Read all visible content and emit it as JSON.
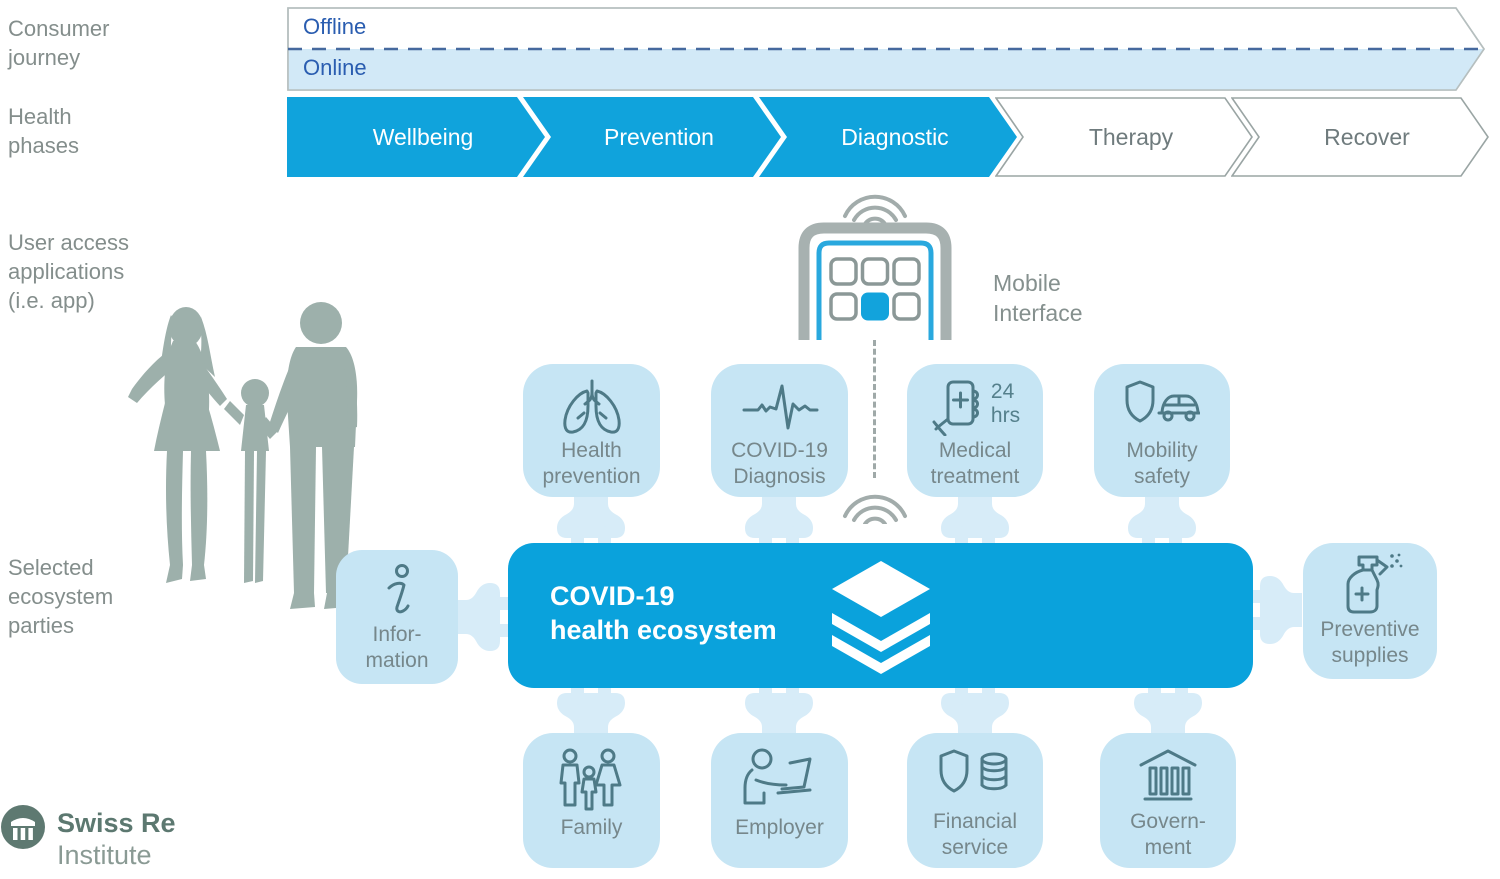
{
  "row_labels": {
    "consumer_journey": "Consumer\njourney",
    "health_phases": "Health\nphases",
    "user_access": "User access\napplications\n(i.e. app)",
    "ecosystem_parties": "Selected\necosystem\nparties"
  },
  "consumer_journey": {
    "offline": "Offline",
    "online": "Online"
  },
  "health_phases": [
    {
      "label": "Wellbeing",
      "active": true
    },
    {
      "label": "Prevention",
      "active": true
    },
    {
      "label": "Diagnostic",
      "active": true
    },
    {
      "label": "Therapy",
      "active": false
    },
    {
      "label": "Recover",
      "active": false
    }
  ],
  "mobile": {
    "label": "Mobile\nInterface"
  },
  "ecosystem_box": {
    "title": "COVID-19\nhealth ecosystem"
  },
  "nodes": {
    "top": [
      {
        "label": "Health\nprevention",
        "icon": "lungs-icon"
      },
      {
        "label": "COVID-19\nDiagnosis",
        "icon": "ecg-icon"
      },
      {
        "label": "Medical\ntreatment",
        "icon": "telemedicine-icon",
        "badge": "24\nhrs"
      },
      {
        "label": "Mobility\nsafety",
        "icon": "shield-car-icon"
      }
    ],
    "bottom": [
      {
        "label": "Family",
        "icon": "family-icon"
      },
      {
        "label": "Employer",
        "icon": "employer-icon"
      },
      {
        "label": "Financial\nservice",
        "icon": "shield-database-icon"
      },
      {
        "label": "Govern-\nment",
        "icon": "government-icon"
      }
    ],
    "left": {
      "label": "Infor-\nmation",
      "icon": "info-icon"
    },
    "right": {
      "label": "Preventive\nsupplies",
      "icon": "spray-bottle-icon"
    }
  },
  "logo": {
    "brand": "Swiss Re",
    "institute": "Institute"
  },
  "colors": {
    "accent_cyan": "#0aa2dc",
    "node_light_blue": "#c6e5f4",
    "plug_light_blue": "#d7ecf8",
    "online_bar_blue": "#d2e9f7",
    "journey_text_blue": "#2a5db0",
    "journey_dash_blue": "#46699e",
    "icon_stroke_teal": "#4e7a87",
    "label_gray": "#848e8c",
    "node_label_gray": "#76878b",
    "inactive_chevron_gray": "#6f7b7d",
    "silhouette_gray_green": "#9db0ab",
    "swissre_green": "#5c7870"
  }
}
